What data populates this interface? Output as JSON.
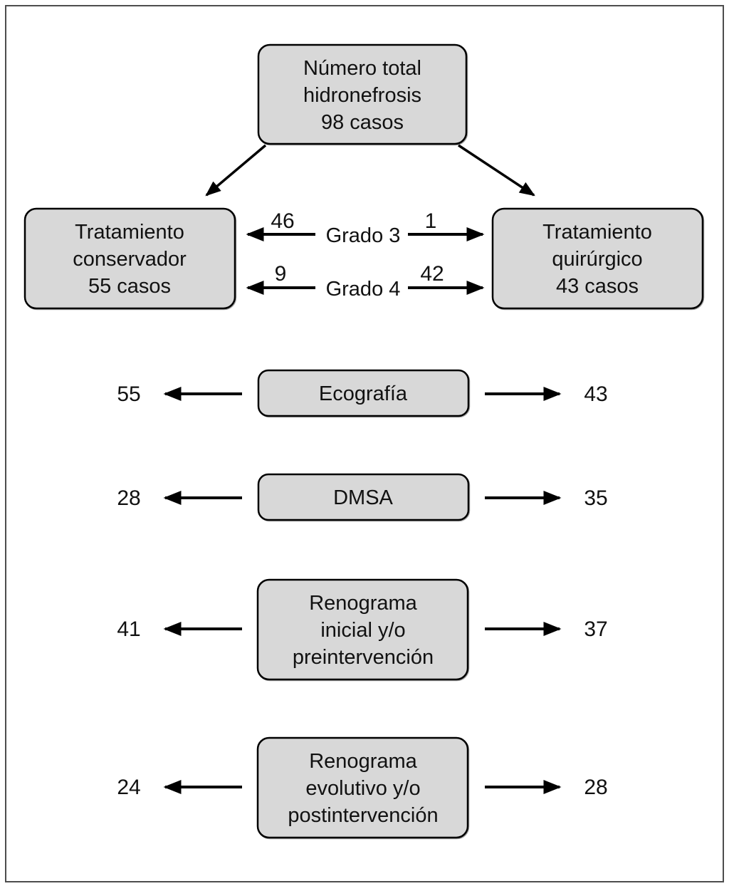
{
  "figure": {
    "type": "flowchart",
    "boxes": {
      "total": {
        "lines": [
          "Número total",
          "hidronefrosis",
          "98 casos"
        ]
      },
      "conservative": {
        "lines": [
          "Tratamiento",
          "conservador",
          "55 casos"
        ]
      },
      "surgical": {
        "lines": [
          "Tratamiento",
          "quirúrgico",
          "43 casos"
        ]
      }
    },
    "grade_flows": [
      {
        "label": "Grado 3",
        "to_conservative": "46",
        "to_surgical": "1"
      },
      {
        "label": "Grado 4",
        "to_conservative": "9",
        "to_surgical": "42"
      }
    ],
    "tests": [
      {
        "lines": [
          "Ecografía"
        ],
        "conservative_count": "55",
        "surgical_count": "43"
      },
      {
        "lines": [
          "DMSA"
        ],
        "conservative_count": "28",
        "surgical_count": "35"
      },
      {
        "lines": [
          "Renograma",
          "inicial y/o",
          "preintervención"
        ],
        "conservative_count": "41",
        "surgical_count": "37"
      },
      {
        "lines": [
          "Renograma",
          "evolutivo y/o",
          "postintervención"
        ],
        "conservative_count": "24",
        "surgical_count": "28"
      }
    ],
    "colors": {
      "box_fill": "#d8d8d8",
      "box_stroke": "#000000",
      "arrow": "#000000",
      "frame_stroke": "#4d4d4d",
      "background": "#ffffff"
    }
  }
}
